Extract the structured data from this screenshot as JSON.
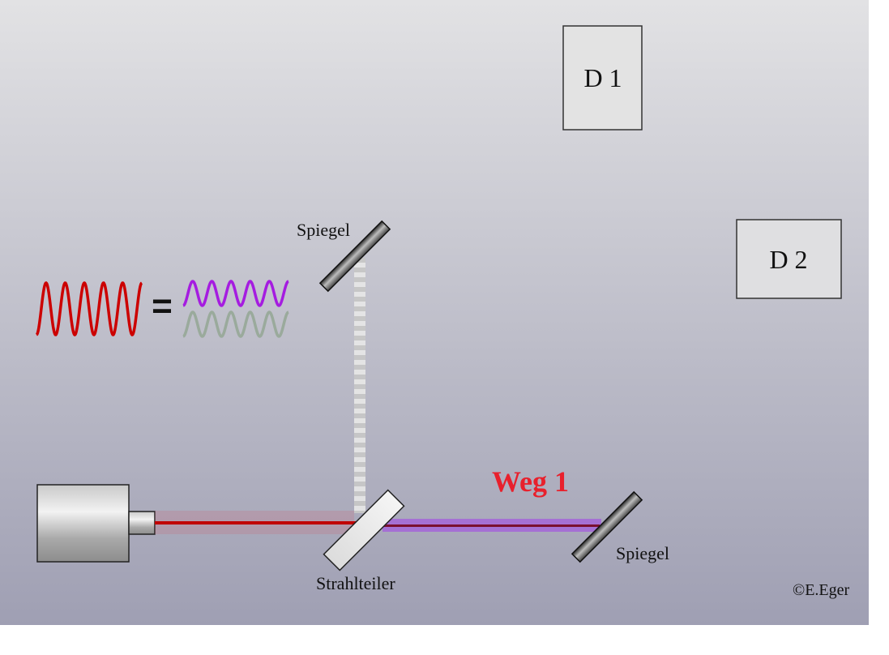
{
  "labels": {
    "detector_1": "D 1",
    "detector_2": "D 2",
    "mirror_top": "Spiegel",
    "mirror_right": "Spiegel",
    "beam_splitter": "Strahlteiler",
    "path_1": "Weg 1",
    "equals": "=",
    "copyright": "©E.Eger"
  },
  "colors": {
    "background_top": "#e2e2e4",
    "background_bottom": "#9f9fb3",
    "laser_beam": "#c00000",
    "path_1_beam": "#a566d8",
    "path_1_text": "#e8202c",
    "wave_red": "#cc0000",
    "wave_purple": "#a51ce0",
    "wave_gray": "#9aaa9c",
    "return_beam": "#d8d8d8"
  },
  "icons": [
    "laser-source-icon",
    "beam-splitter-icon",
    "mirror-icon"
  ]
}
